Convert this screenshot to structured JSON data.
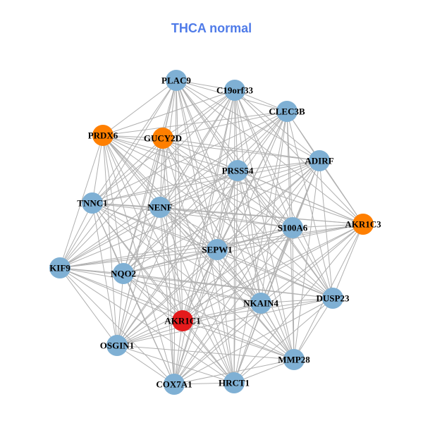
{
  "title": "THCA normal",
  "colors": {
    "normal": "#7fb0d4",
    "highlight": "#ff7f00",
    "key": "#e41a1c",
    "edge": "#b0b0b0"
  },
  "nodes": [
    {
      "id": "PLAC9",
      "type": "normal"
    },
    {
      "id": "C19orf33",
      "type": "normal"
    },
    {
      "id": "CLEC3B",
      "type": "normal"
    },
    {
      "id": "PRDX6",
      "type": "highlight"
    },
    {
      "id": "GUCY2D",
      "type": "highlight"
    },
    {
      "id": "ADIRF",
      "type": "normal"
    },
    {
      "id": "PRSS54",
      "type": "normal"
    },
    {
      "id": "TNNC1",
      "type": "normal"
    },
    {
      "id": "NENF",
      "type": "normal"
    },
    {
      "id": "AKR1C3",
      "type": "highlight"
    },
    {
      "id": "S100A6",
      "type": "normal"
    },
    {
      "id": "SEPW1",
      "type": "normal"
    },
    {
      "id": "KIF9",
      "type": "normal"
    },
    {
      "id": "NQO2",
      "type": "normal"
    },
    {
      "id": "DUSP23",
      "type": "normal"
    },
    {
      "id": "NKAIN4",
      "type": "normal"
    },
    {
      "id": "AKR1C1",
      "type": "key"
    },
    {
      "id": "OSGIN1",
      "type": "normal"
    },
    {
      "id": "MMP28",
      "type": "normal"
    },
    {
      "id": "COX7A1",
      "type": "normal"
    },
    {
      "id": "HRCT1",
      "type": "normal"
    }
  ],
  "edges": "all-pairs"
}
